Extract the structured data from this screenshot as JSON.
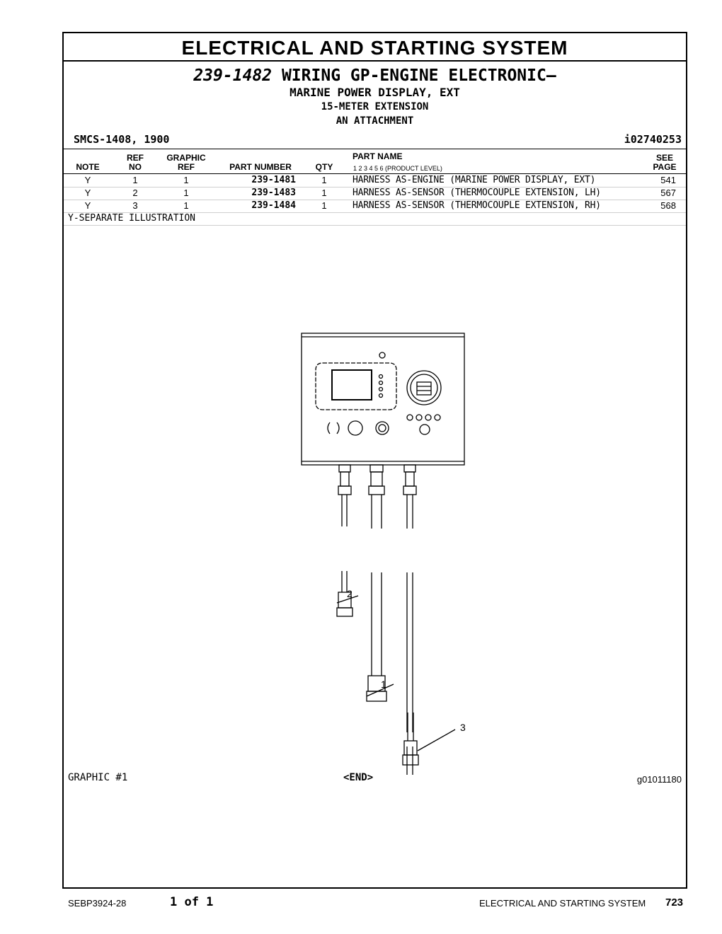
{
  "section_title": "ELECTRICAL AND STARTING SYSTEM",
  "title": {
    "number": "239-1482",
    "name": "WIRING GP-ENGINE ELECTRONIC–",
    "sub1": "MARINE POWER DISPLAY, EXT",
    "sub2": "15-METER EXTENSION",
    "sub3": "AN ATTACHMENT"
  },
  "smcs": "SMCS-1408, 1900",
  "doc_id": "i02740253",
  "columns": {
    "note": "NOTE",
    "ref_no_1": "REF",
    "ref_no_2": "NO",
    "graphic_ref_1": "GRAPHIC",
    "graphic_ref_2": "REF",
    "part_number": "PART NUMBER",
    "qty": "QTY",
    "part_name": "PART NAME",
    "levels": "1   2   3   4   5   6   (PRODUCT LEVEL)",
    "see_page_1": "SEE",
    "see_page_2": "PAGE"
  },
  "rows": [
    {
      "note": "Y",
      "ref": "1",
      "gref": "1",
      "part": "239-1481",
      "qty": "1",
      "name": "HARNESS AS-ENGINE (MARINE POWER DISPLAY, EXT)",
      "page": "541"
    },
    {
      "note": "Y",
      "ref": "2",
      "gref": "1",
      "part": "239-1483",
      "qty": "1",
      "name": "HARNESS AS-SENSOR (THERMOCOUPLE EXTENSION, LH)",
      "page": "567"
    },
    {
      "note": "Y",
      "ref": "3",
      "gref": "1",
      "part": "239-1484",
      "qty": "1",
      "name": "HARNESS AS-SENSOR (THERMOCOUPLE EXTENSION, RH)",
      "page": "568"
    }
  ],
  "footnote": "Y-SEPARATE ILLUSTRATION",
  "callouts": {
    "c1": "1",
    "c2": "2",
    "c3": "3"
  },
  "graphic_label": "GRAPHIC #1",
  "end_label": "<END>",
  "graphic_code": "g01011180",
  "footer": {
    "doc": "SEBP3924-28",
    "pages": "1 of 1",
    "section": "ELECTRICAL AND STARTING SYSTEM",
    "page": "723"
  }
}
